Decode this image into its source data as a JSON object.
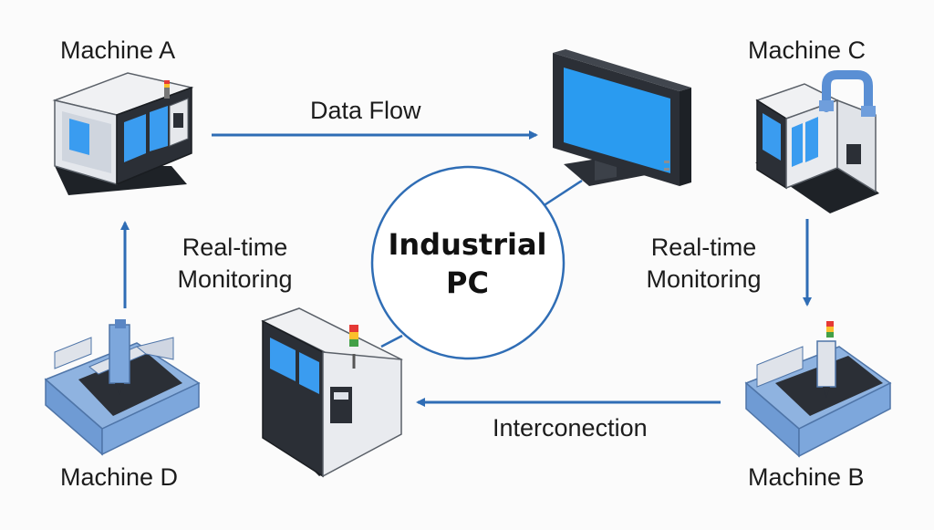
{
  "diagram": {
    "hub": {
      "title_line1": "Industrial",
      "title_line2": "PC"
    },
    "machines": {
      "a": "Machine A",
      "b": "Machine B",
      "c": "Machine C",
      "d": "Machine D"
    },
    "edges": {
      "data_flow": "Data Flow",
      "monitoring_left_line1": "Real-time",
      "monitoring_left_line2": "Monitoring",
      "monitoring_right_line1": "Real-time",
      "monitoring_right_line2": "Monitoring",
      "interconnection": "Interconection"
    },
    "colors": {
      "arrow": "#2f6db5",
      "screen": "#2a9bf0",
      "panel_blue": "#8fb3e0",
      "machine_dark": "#2b2f36",
      "machine_light": "#e9ebef"
    },
    "icons": [
      "cnc-machine-icon",
      "monitor-icon",
      "robot-arm-machine-icon",
      "gantry-router-icon",
      "signal-light-icon"
    ]
  }
}
